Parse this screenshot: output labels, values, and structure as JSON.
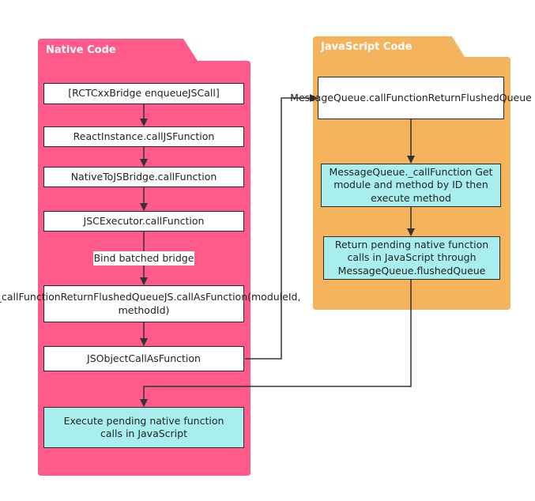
{
  "colors": {
    "native_container": "#ff5a8a",
    "javascript_container": "#f6b35e",
    "action_box": "#ffffff",
    "highlight_box": "#a9eeee",
    "connector": "#333333"
  },
  "native": {
    "title": "Native Code",
    "steps": [
      "[RCTCxxBridge enqueueJSCall]",
      "ReactInstance.callJSFunction",
      "NativeToJSBridge.callFunction",
      "JSCExecutor.callFunction",
      "m_callFunctionReturnFlushedQueueJS.callAsFunction(moduleId, methodId)",
      "JSObjectCallAsFunction",
      "Execute pending native function calls in JavaScript"
    ],
    "edge_label": "Bind batched bridge"
  },
  "javascript": {
    "title": "JavaScript Code",
    "steps": [
      "MessageQueue.callFunctionReturnFlushedQueue",
      "MessageQueue._callFunction Get module and method by ID then execute method",
      "Return pending native function calls in JavaScript through MessageQueue.flushedQueue"
    ]
  }
}
